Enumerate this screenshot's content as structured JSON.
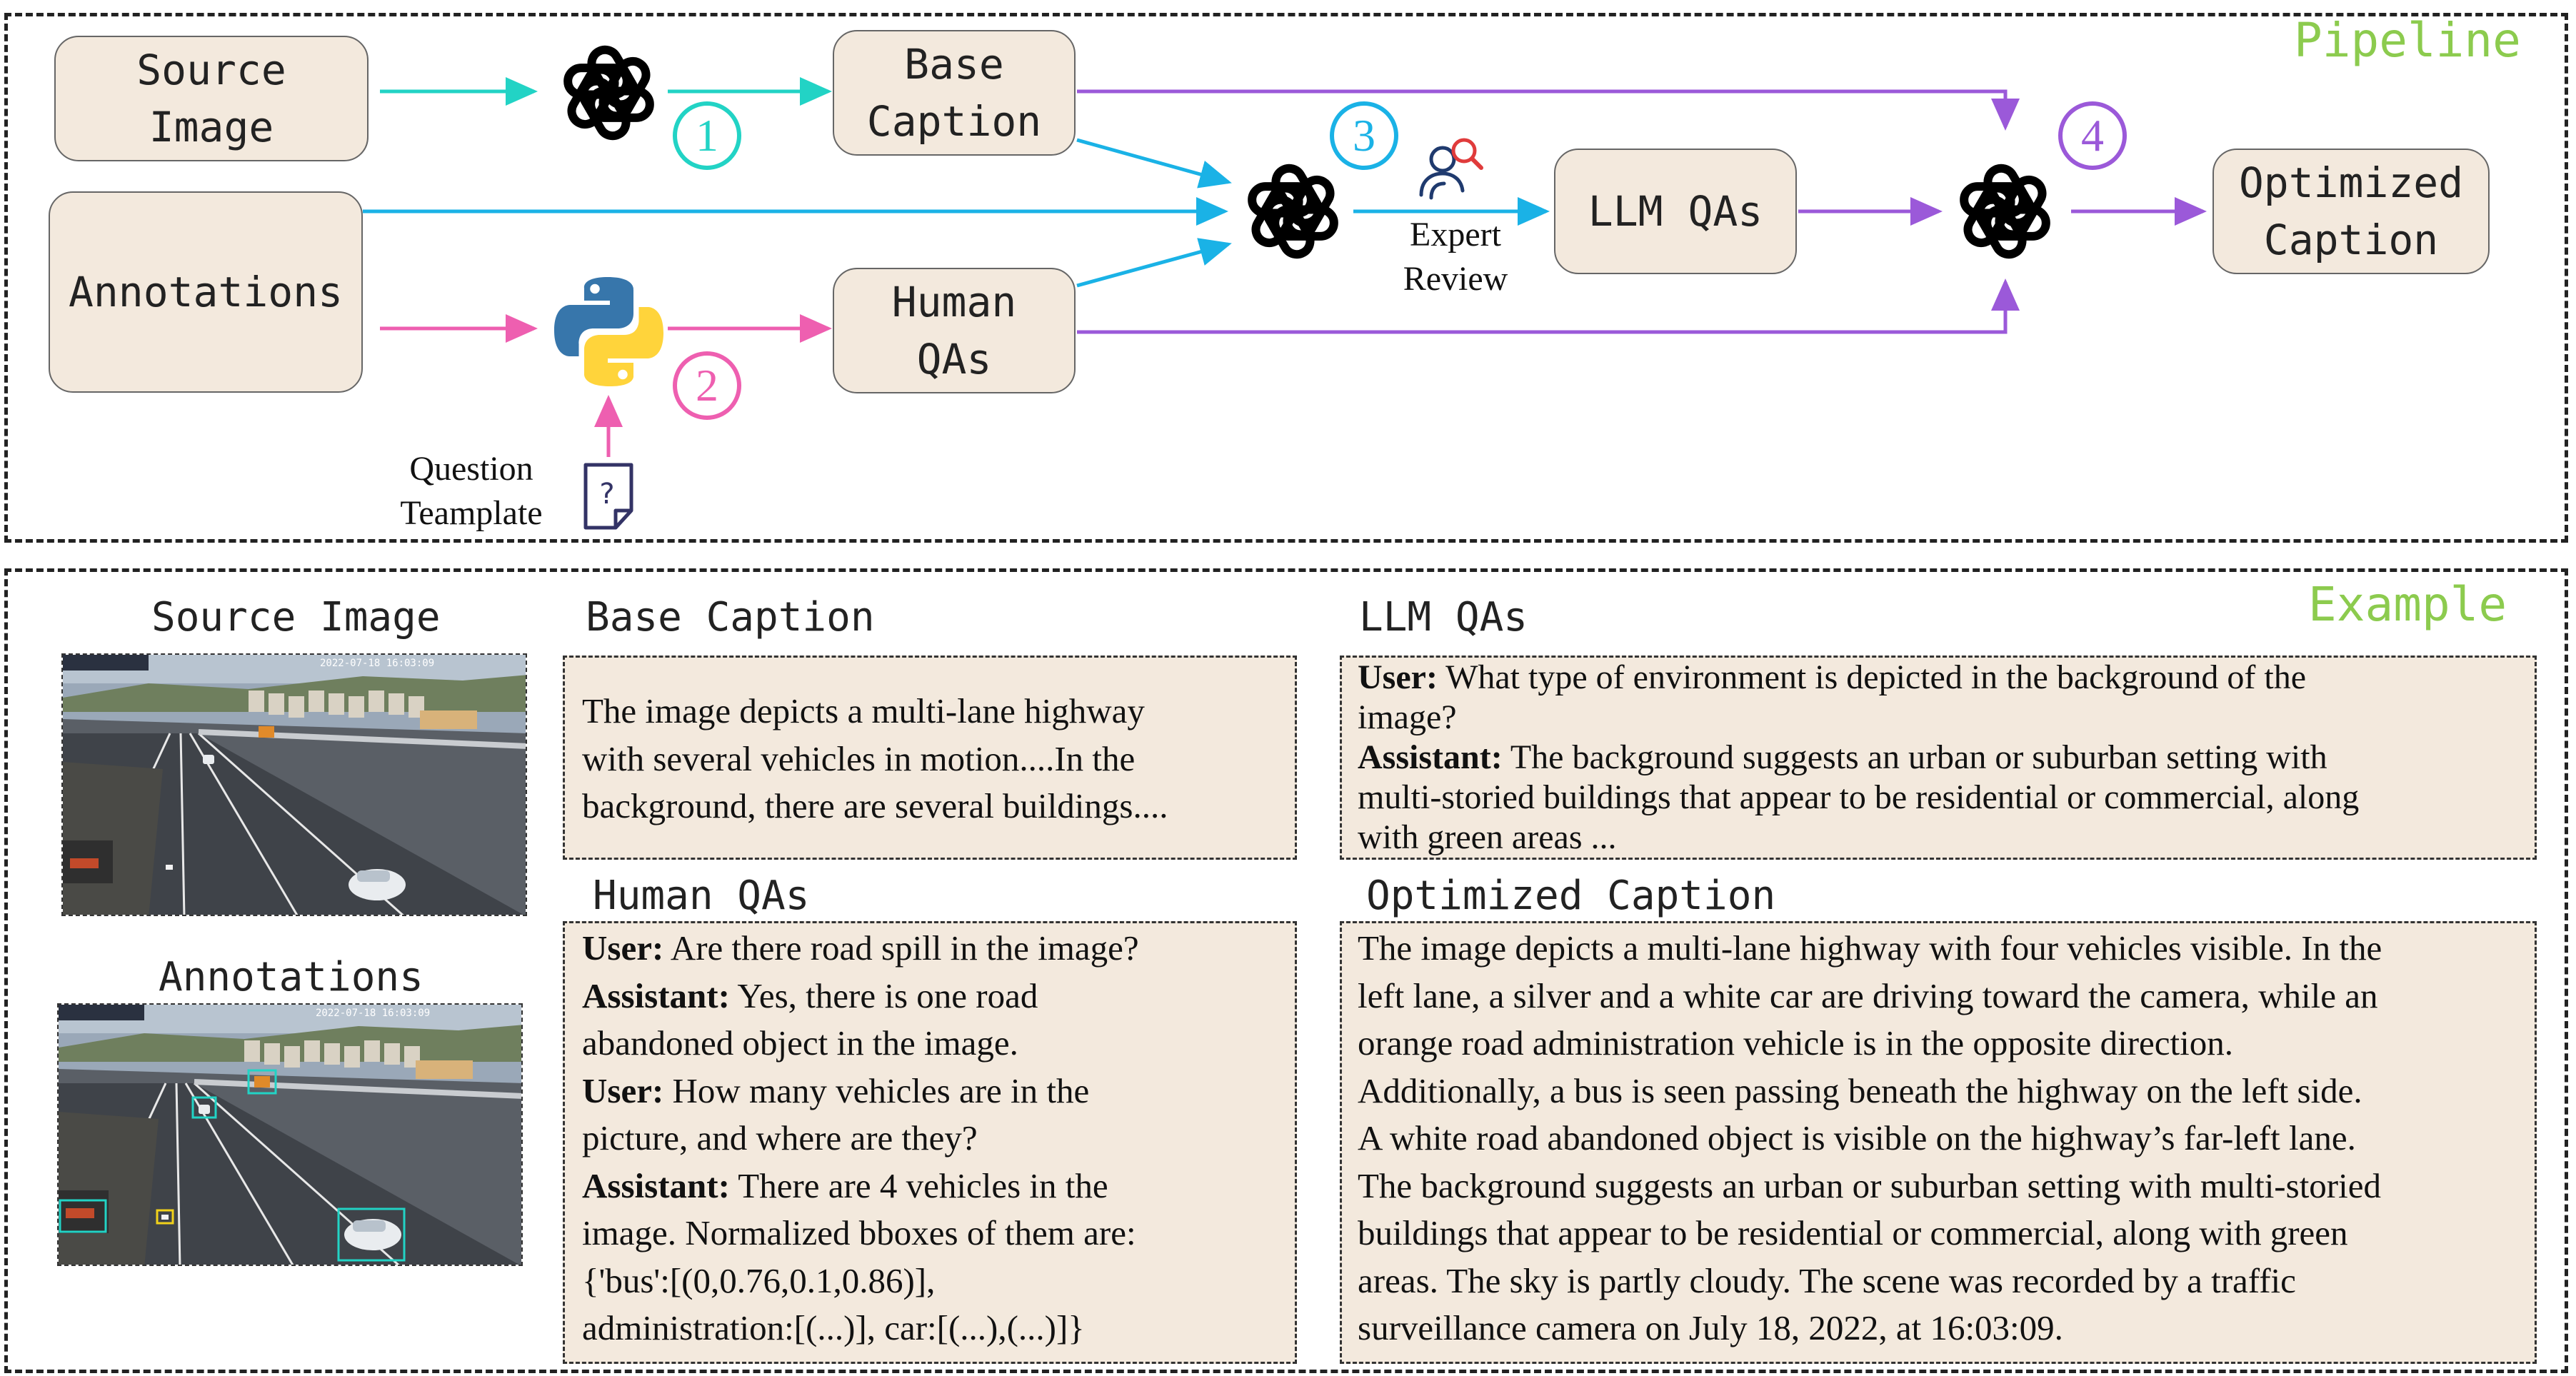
{
  "pipeline": {
    "title": "Pipeline",
    "nodes": {
      "source_image": [
        "Source",
        "Image"
      ],
      "annotations": "Annotations",
      "base_caption": [
        "Base",
        "Caption"
      ],
      "human_qas": [
        "Human",
        "QAs"
      ],
      "llm_qas": "LLM QAs",
      "optimized_caption": [
        "Optimized",
        "Caption"
      ]
    },
    "steps": [
      "1",
      "2",
      "3",
      "4"
    ],
    "expert_review": [
      "Expert",
      "Review"
    ],
    "question_template": [
      "Question",
      "Teamplate"
    ],
    "icons": [
      "openai-logo-icon",
      "python-logo-icon",
      "expert-review-icon",
      "question-document-icon"
    ],
    "colors": {
      "step1": "#22d3c5",
      "step2": "#ee5fb0",
      "step3": "#1ab2e6",
      "step4": "#9b59d9",
      "node_fill": "#f3e9dd",
      "title_green": "#8ccb4e"
    }
  },
  "example": {
    "title": "Example",
    "source_image_label": "Source Image",
    "annotations_label": "Annotations",
    "camera_timestamp": "2022-07-18 16:03:09",
    "base_caption": {
      "heading": "Base Caption",
      "lines": [
        "The image depicts a multi-lane highway",
        "with several vehicles in motion....In the",
        "background, there are several buildings...."
      ]
    },
    "human_qas": {
      "heading": "Human QAs",
      "lines": [
        {
          "speaker": "User:",
          "text": " Are there road spill in the image?"
        },
        {
          "speaker": "Assistant:",
          "text": " Yes, there is one road"
        },
        {
          "speaker": "",
          "text": "abandoned object in the image."
        },
        {
          "speaker": "User:",
          "text": " How many vehicles are in the"
        },
        {
          "speaker": "",
          "text": "picture, and where are they?"
        },
        {
          "speaker": "Assistant:",
          "text": " There are 4 vehicles in the"
        },
        {
          "speaker": "",
          "text": "image. Normalized bboxes of them are:"
        },
        {
          "speaker": "",
          "text": "{'bus':[(0,0.76,0.1,0.86)],"
        },
        {
          "speaker": "",
          "text": "administration:[(...)], car:[(...),(...)]}"
        }
      ]
    },
    "llm_qas": {
      "heading": "LLM QAs",
      "lines": [
        {
          "speaker": "User:",
          "text": " What type of environment is depicted in the background of the"
        },
        {
          "speaker": "",
          "text": "image?"
        },
        {
          "speaker": "Assistant:",
          "text": " The background suggests an urban or suburban setting with"
        },
        {
          "speaker": "",
          "text": "multi-storied buildings that appear to be residential or commercial, along"
        },
        {
          "speaker": "",
          "text": "with green areas ..."
        }
      ]
    },
    "optimized_caption": {
      "heading": "Optimized Caption",
      "lines": [
        "The image depicts a multi-lane highway with four vehicles visible. In the",
        "left lane, a silver and a white car are driving toward the camera, while an",
        "orange road administration vehicle is in the opposite direction.",
        "Additionally, a bus is seen passing beneath the highway on the left side.",
        "A white road abandoned object is visible on the highway’s far-left lane.",
        "The background suggests an urban or suburban setting with multi-storied",
        "buildings that appear to be residential or commercial, along with green",
        "areas. The sky is partly cloudy. The scene was recorded by a traffic",
        "surveillance camera on July 18, 2022, at 16:03:09."
      ]
    }
  }
}
